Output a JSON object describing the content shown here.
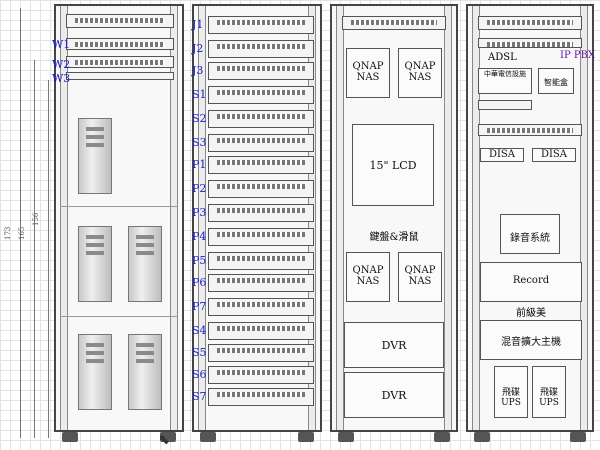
{
  "rack_labels": {
    "left": [
      "W1",
      "W2",
      "W3"
    ],
    "rack2": [
      "J1",
      "J2",
      "J3",
      "S1",
      "S2",
      "S3",
      "P1",
      "P2",
      "P3",
      "P4",
      "P5",
      "P6",
      "P7",
      "S4",
      "S5",
      "S6",
      "S7"
    ]
  },
  "dimensions": [
    "173",
    "165",
    "156"
  ],
  "rack3": {
    "qnap_label": "QNAP\nNAS",
    "lcd": "15\" LCD",
    "kvm": "鍵盤&滑鼠",
    "dvr": "DVR"
  },
  "rack4": {
    "adsl": "ADSL",
    "ip_pbx": "IP PBX",
    "unit_a": "中華電信設施",
    "unit_b": "智能盒",
    "disa": "DISA",
    "recorder": "錄音系統",
    "record": "Record",
    "amp_pre": "前級美",
    "mixer": "混音擴大主機",
    "ups": "飛碟\nUPS"
  },
  "colors": {
    "label": "#1a1ad0",
    "pbx": "#6a1aa0"
  }
}
